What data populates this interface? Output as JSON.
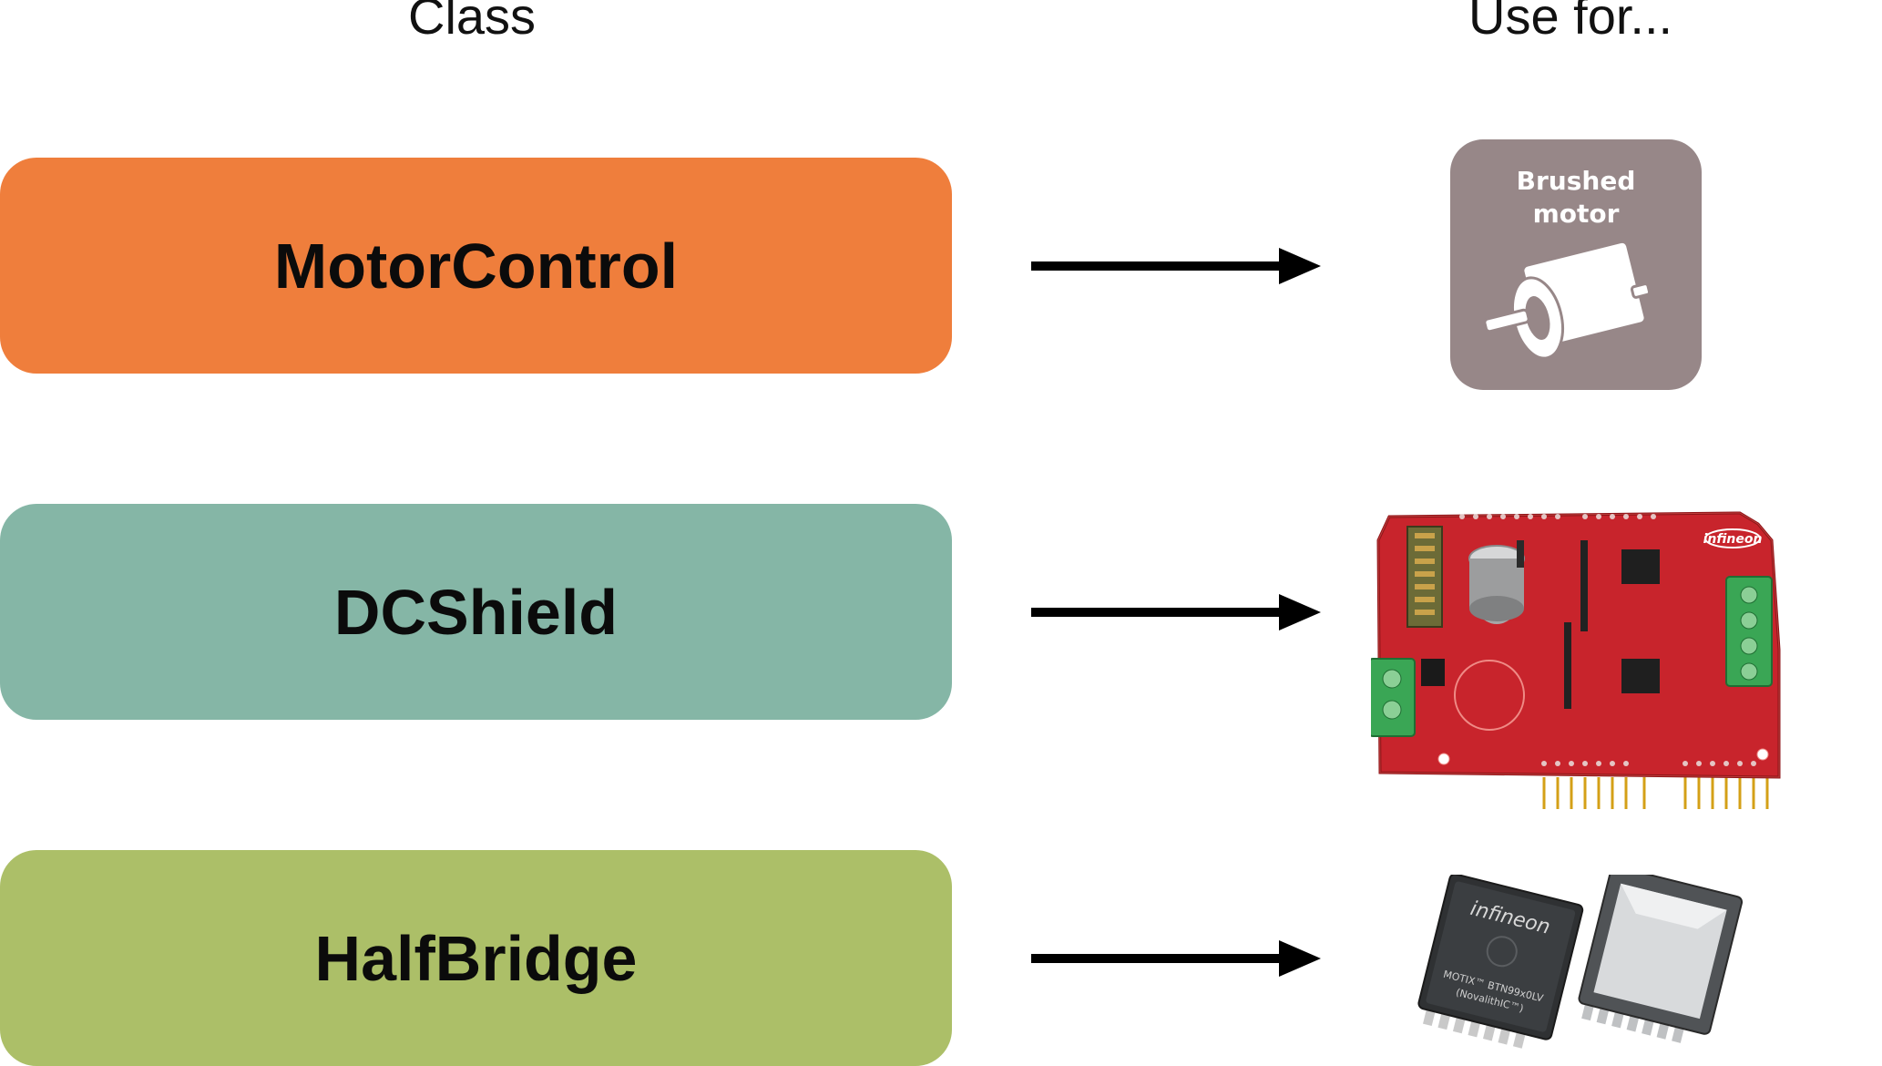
{
  "headers": {
    "class": "Class",
    "use_for": "Use for..."
  },
  "rows": [
    {
      "class_label": "MotorControl",
      "color": "#EF7E3C",
      "use_for": "Brushed motor"
    },
    {
      "class_label": "DCShield",
      "color": "#85B6A6",
      "use_for": "DC motor shield board"
    },
    {
      "class_label": "HalfBridge",
      "color": "#ACBF68",
      "use_for": "Half-bridge chip"
    }
  ],
  "motor_tile": {
    "line1": "Brushed",
    "line2": "motor",
    "color": "#978788"
  },
  "shield": {
    "brand": "infineon"
  },
  "chip": {
    "brand": "infineon",
    "line1": "MOTIX™ BTN99x0LV",
    "line2": "(NovalithIC™)"
  }
}
